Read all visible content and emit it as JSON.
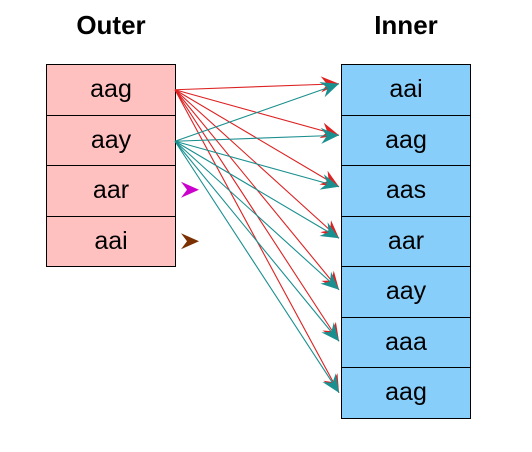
{
  "outer": {
    "title": "Outer",
    "items": [
      "aag",
      "aay",
      "aar",
      "aai"
    ]
  },
  "inner": {
    "title": "Inner",
    "items": [
      "aai",
      "aag",
      "aas",
      "aar",
      "aay",
      "aaa",
      "aag"
    ]
  },
  "colors": {
    "outer_fill": "#ffc0c0",
    "inner_fill": "#87cefa",
    "arrow_from_aag": "#dd2222",
    "arrow_from_aay": "#1a8f8f",
    "dangling_aar": "#cc00cc",
    "dangling_aai": "#7a3000"
  },
  "links": [
    {
      "from": 0,
      "to": 0,
      "color": "arrow_from_aag"
    },
    {
      "from": 0,
      "to": 1,
      "color": "arrow_from_aag"
    },
    {
      "from": 0,
      "to": 2,
      "color": "arrow_from_aag"
    },
    {
      "from": 0,
      "to": 3,
      "color": "arrow_from_aag"
    },
    {
      "from": 0,
      "to": 4,
      "color": "arrow_from_aag"
    },
    {
      "from": 0,
      "to": 5,
      "color": "arrow_from_aag"
    },
    {
      "from": 0,
      "to": 6,
      "color": "arrow_from_aag"
    },
    {
      "from": 1,
      "to": 0,
      "color": "arrow_from_aay"
    },
    {
      "from": 1,
      "to": 1,
      "color": "arrow_from_aay"
    },
    {
      "from": 1,
      "to": 2,
      "color": "arrow_from_aay"
    },
    {
      "from": 1,
      "to": 3,
      "color": "arrow_from_aay"
    },
    {
      "from": 1,
      "to": 4,
      "color": "arrow_from_aay"
    },
    {
      "from": 1,
      "to": 5,
      "color": "arrow_from_aay"
    },
    {
      "from": 1,
      "to": 6,
      "color": "arrow_from_aay"
    }
  ],
  "dangling": [
    {
      "from": 2,
      "color": "dangling_aar"
    },
    {
      "from": 3,
      "color": "dangling_aai"
    }
  ]
}
